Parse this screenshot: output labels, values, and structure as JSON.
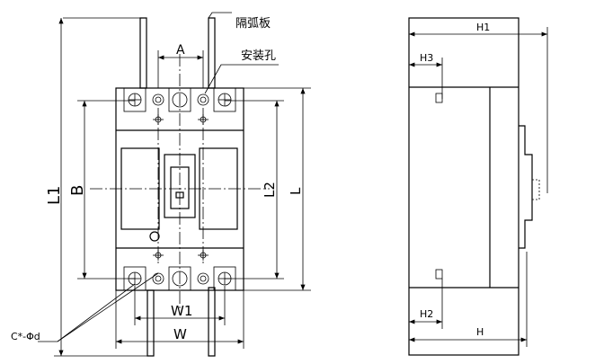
{
  "front_view": {
    "labels": {
      "arc_barrier": "隔弧板",
      "mounting_hole": "安装孔",
      "a": "A",
      "b": "B",
      "l1": "L1",
      "l2": "L2",
      "l": "L",
      "w1": "W1",
      "w": "W",
      "hole_spec": "C*-Φd"
    }
  },
  "side_view": {
    "labels": {
      "h1": "H1",
      "h3": "H3",
      "h2": "H2",
      "h": "H"
    }
  }
}
